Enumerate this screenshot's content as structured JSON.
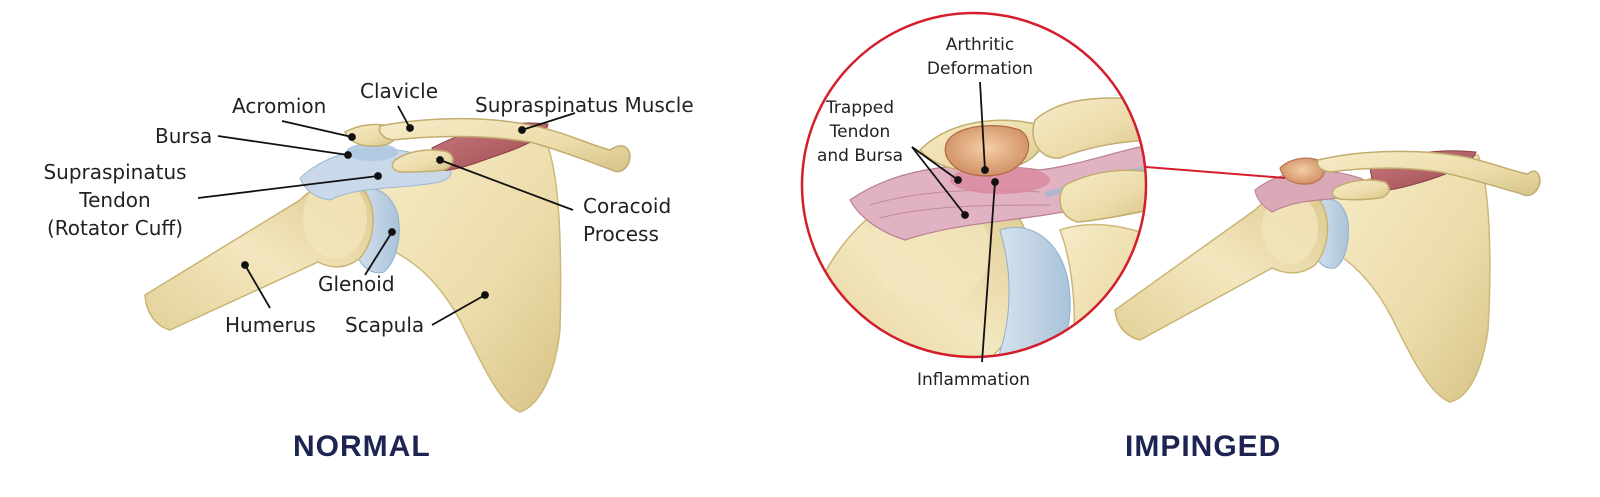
{
  "normal": {
    "title": "NORMAL",
    "labels": {
      "acromion": "Acromion",
      "clavicle": "Clavicle",
      "supraspinatus_muscle": "Supraspinatus Muscle",
      "bursa": "Bursa",
      "supraspinatus_tendon": [
        "Supraspinatus",
        "Tendon",
        "(Rotator Cuff)"
      ],
      "coracoid_process": [
        "Coracoid",
        "Process"
      ],
      "glenoid": "Glenoid",
      "humerus": "Humerus",
      "scapula": "Scapula"
    }
  },
  "impinged": {
    "title": "IMPINGED",
    "labels": {
      "arthritic_deformation": [
        "Arthritic",
        "Deformation"
      ],
      "trapped_tendon_bursa": [
        "Trapped",
        "Tendon",
        "and Bursa"
      ],
      "inflammation": "Inflammation"
    }
  },
  "colors": {
    "bone": "#efe2b4",
    "bone_shadow": "#d2bf82",
    "cartilage": "#bcd3e6",
    "tendon": "#c8d8ea",
    "muscle": "#b9656c",
    "inflamed": "#d98aa0",
    "deformation": "#e6b48c",
    "zoom_ring": "#d41e2b",
    "title": "#1d2452"
  }
}
